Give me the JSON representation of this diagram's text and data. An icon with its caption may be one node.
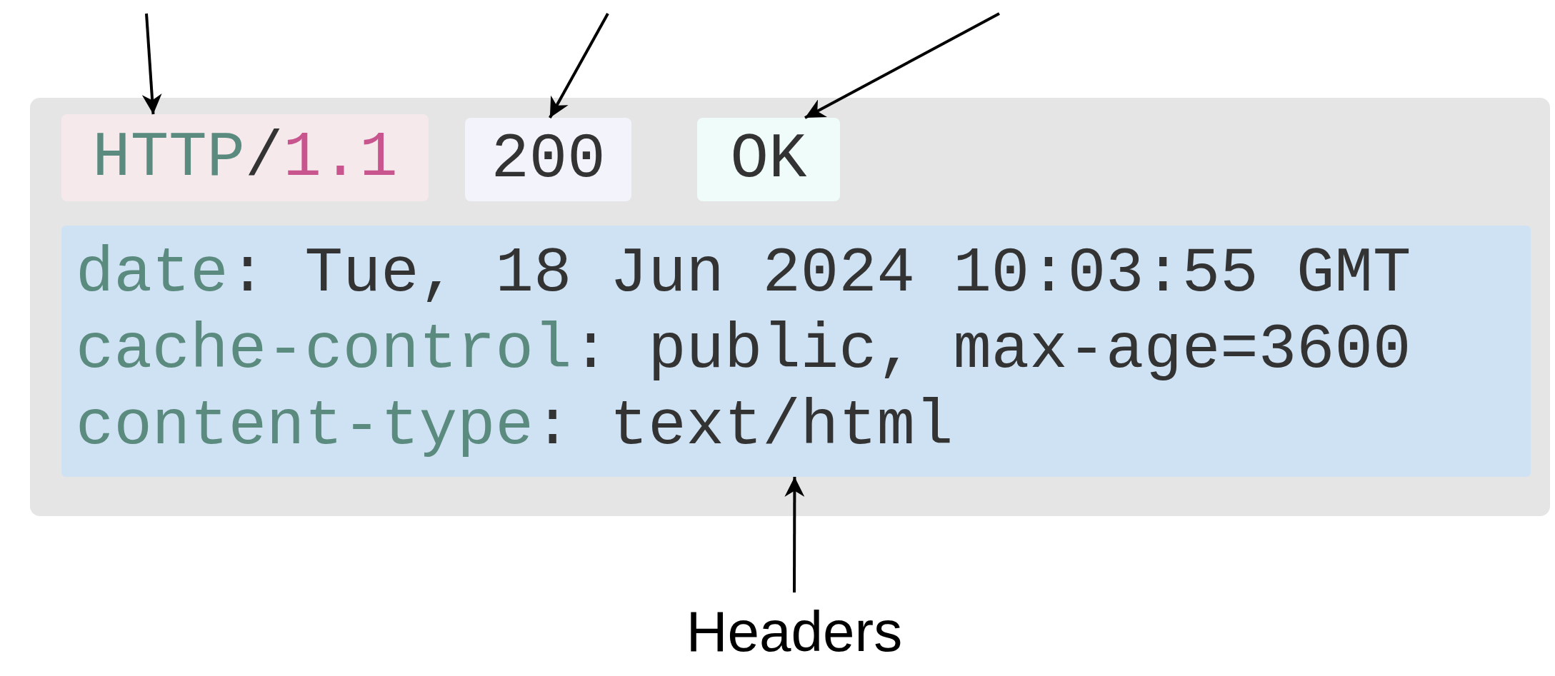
{
  "diagram": {
    "nodes": [
      {
        "text": [],
        "shape": "box"
      },
      {
        "text": [
          "HTTP/1.1"
        ],
        "in": 0
      },
      {
        "text": [
          "200"
        ],
        "in": 0
      },
      {
        "text": [
          "OK"
        ],
        "in": 0
      },
      {
        "text": [
          "date: Tue, 18 Jun 2024 10:03:55 GMT",
          "cache-control: public, max-age=3600",
          "content-type: text/html"
        ],
        "in": 0
      },
      {
        "text": [
          "Headers"
        ]
      }
    ],
    "edges": [
      {
        "from": null,
        "to": 1,
        "arrow": "to"
      },
      {
        "from": null,
        "to": 2,
        "arrow": "to"
      },
      {
        "from": null,
        "to": 3,
        "arrow": "to"
      },
      {
        "from": 5,
        "to": 4,
        "arrow": "to"
      }
    ]
  }
}
